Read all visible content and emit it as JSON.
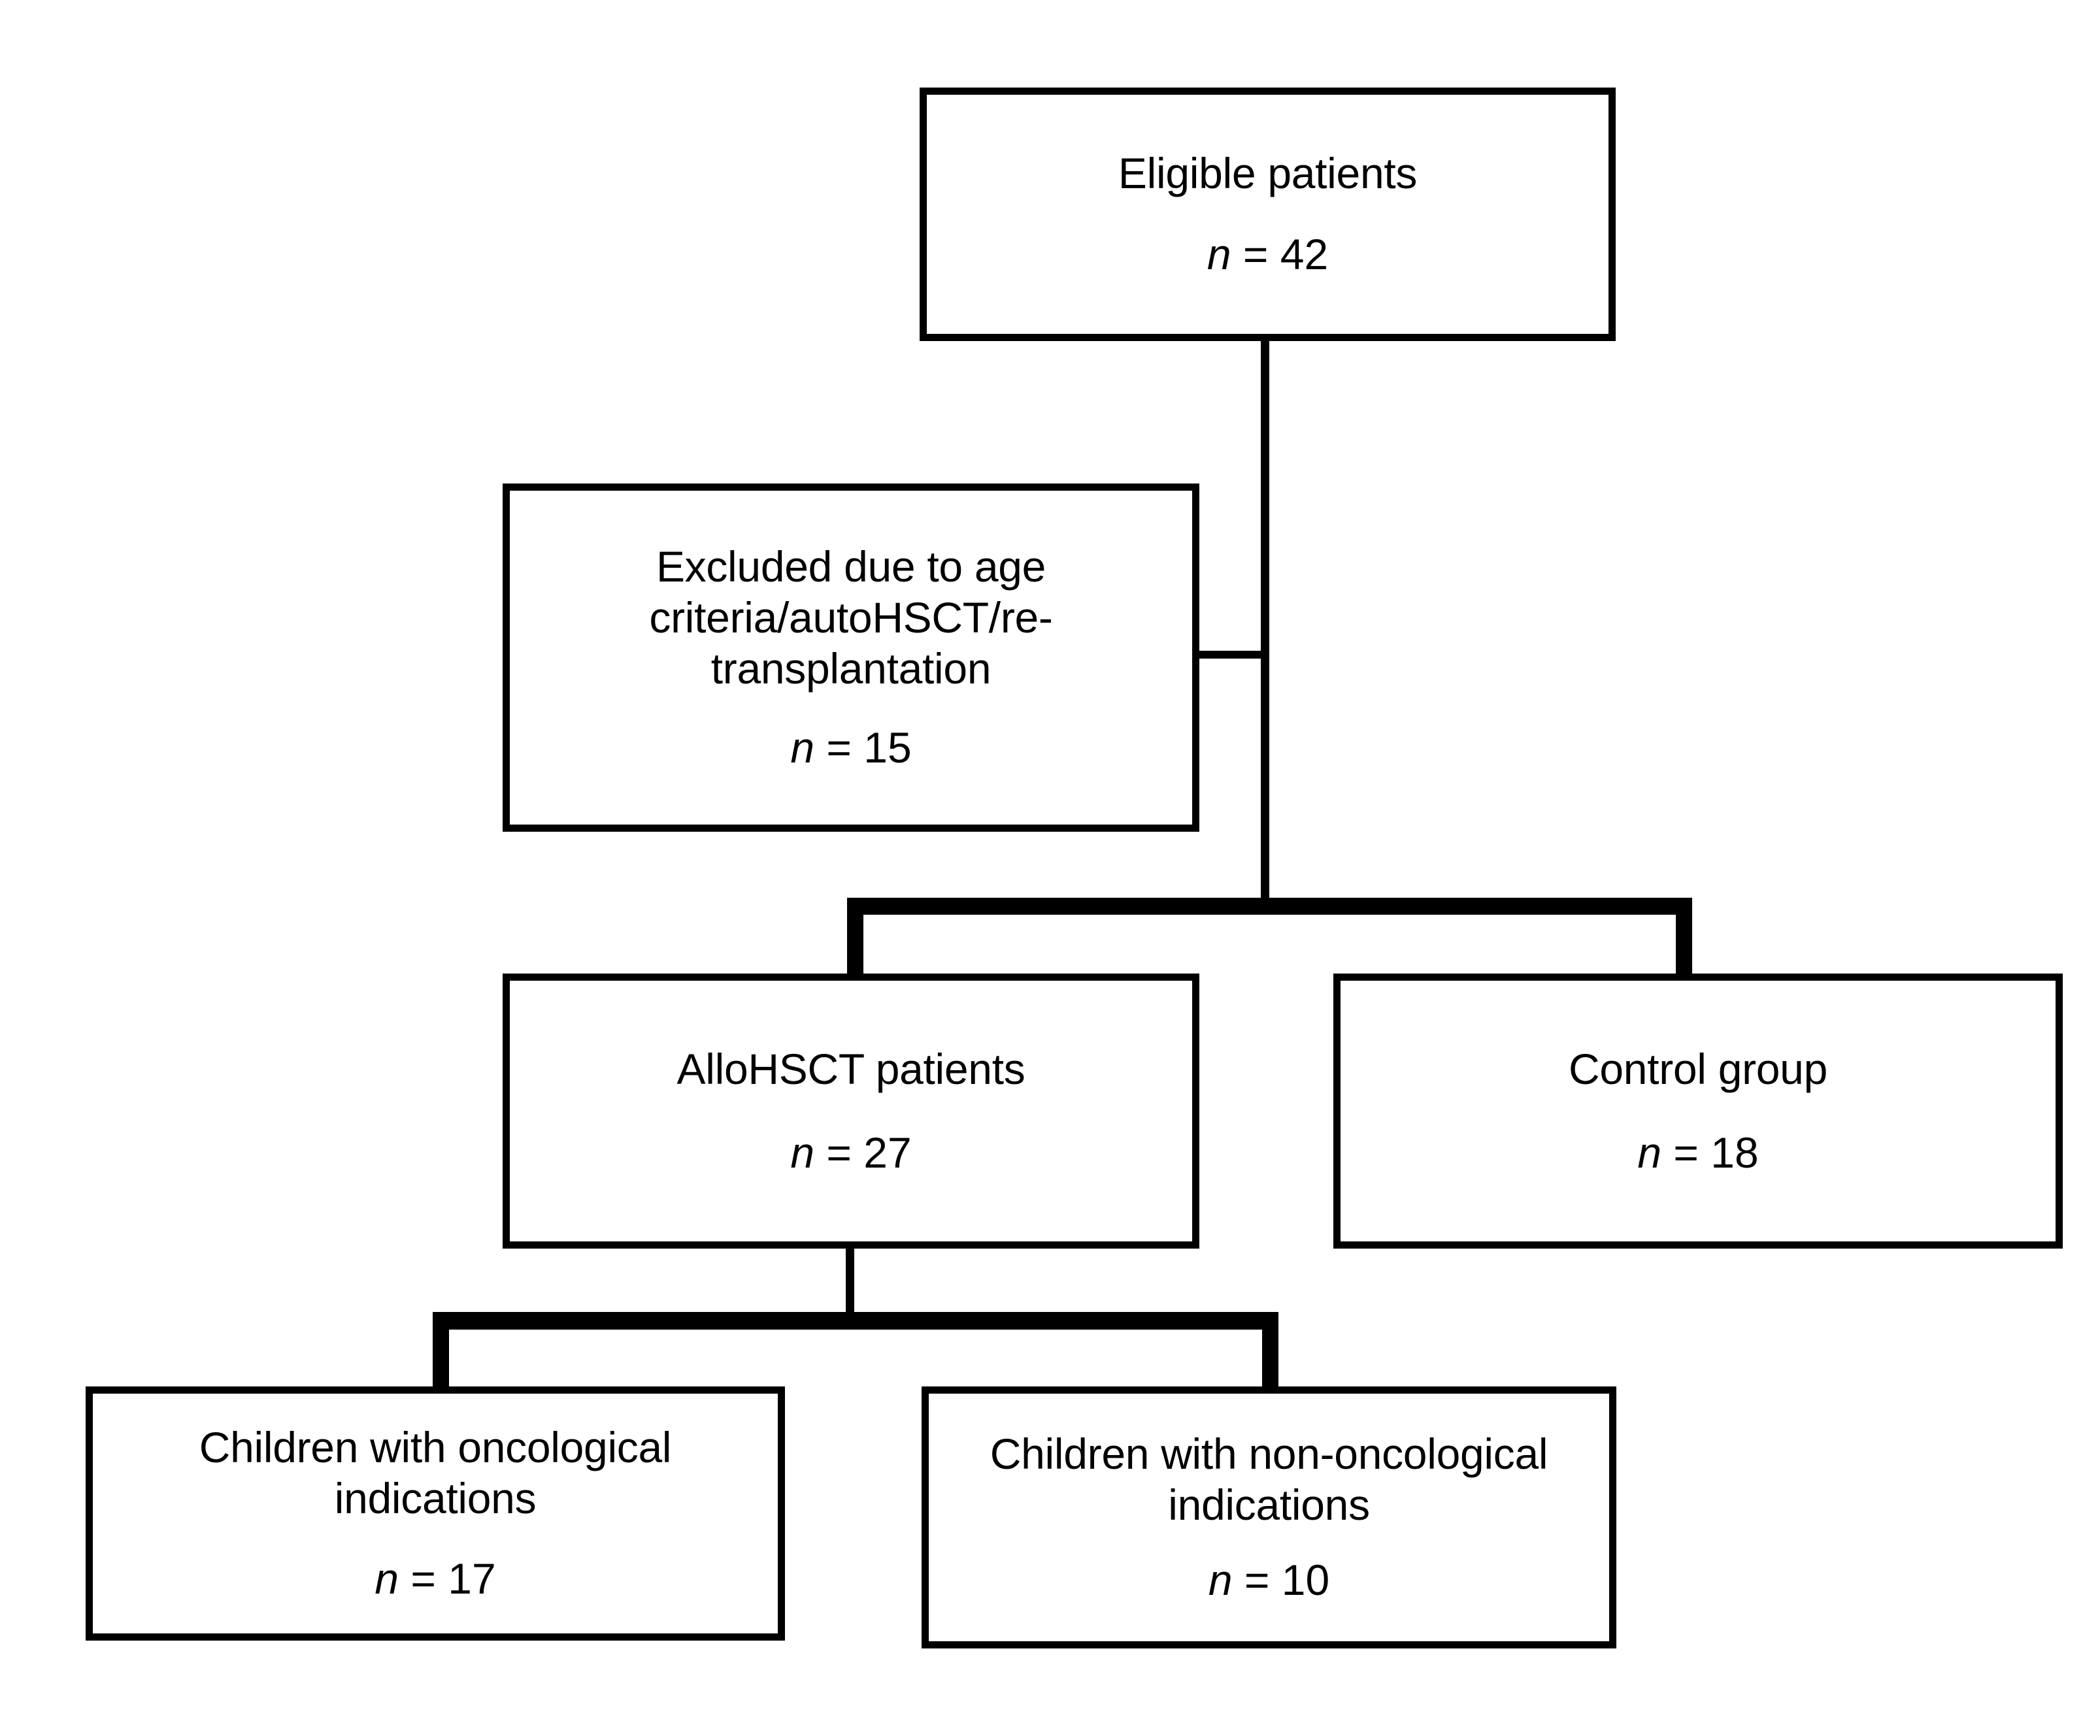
{
  "diagram": {
    "type": "flowchart",
    "title": "Patient enrollment flow diagram",
    "orientation": "top-down",
    "colors": {
      "background": "#ffffff",
      "border": "#000000",
      "text": "#000000",
      "connector": "#000000"
    },
    "nodes": [
      {
        "id": "eligible",
        "label": "Eligible patients",
        "count_prefix": "n",
        "count_operator": " = ",
        "count_value": "42",
        "count_text": "n = 42"
      },
      {
        "id": "excluded",
        "label": "Excluded due to age criteria/autoHSCT/re-transplantation",
        "count_prefix": "n",
        "count_operator": " = ",
        "count_value": "15",
        "count_text": "n = 15"
      },
      {
        "id": "allohsct",
        "label": "AlloHSCT patients",
        "count_prefix": "n",
        "count_operator": " = ",
        "count_value": "27",
        "count_text": "n = 27"
      },
      {
        "id": "control",
        "label": "Control group",
        "count_prefix": "n",
        "count_operator": " = ",
        "count_value": "18",
        "count_text": "n = 18"
      },
      {
        "id": "oncological",
        "label": "Children with oncological indications",
        "count_prefix": "n",
        "count_operator": " = ",
        "count_value": "17",
        "count_text": "n = 17"
      },
      {
        "id": "non_oncological",
        "label": "Children with non-oncological indications",
        "count_prefix": "n",
        "count_operator": " = ",
        "count_value": "10",
        "count_text": "n = 10"
      }
    ],
    "edges": [
      {
        "from": "eligible",
        "to": "excluded",
        "style": "orthogonal-stub"
      },
      {
        "from": "eligible",
        "to": "allohsct",
        "style": "orthogonal-split"
      },
      {
        "from": "eligible",
        "to": "control",
        "style": "orthogonal-split"
      },
      {
        "from": "allohsct",
        "to": "oncological",
        "style": "orthogonal-split"
      },
      {
        "from": "allohsct",
        "to": "non_oncological",
        "style": "orthogonal-split"
      }
    ]
  }
}
